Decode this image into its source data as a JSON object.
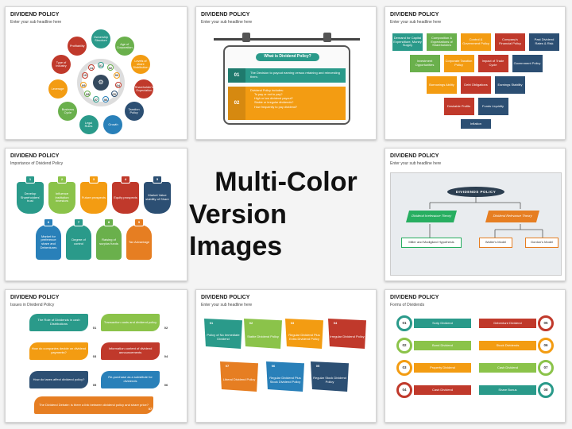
{
  "center": {
    "line1": "Multi-Color",
    "line2": "Version Images"
  },
  "s1": {
    "title": "DIVIDEND POLICY",
    "subtitle": "Enter your sub headline here",
    "bubbles": [
      {
        "label": "Ownership Structure",
        "color": "#2a9a8a"
      },
      {
        "label": "Age of Corporation",
        "color": "#6ab04c"
      },
      {
        "label": "Levels of share Distribution",
        "color": "#f39c12"
      },
      {
        "label": "Shareholder's Expectation",
        "color": "#c0392b"
      },
      {
        "label": "Taxation Policy",
        "color": "#2c4f73"
      },
      {
        "label": "Growth",
        "color": "#2980b9"
      },
      {
        "label": "Legal Rules",
        "color": "#2a9a8a"
      },
      {
        "label": "Business Cycle",
        "color": "#6ab04c"
      },
      {
        "label": "Leverage",
        "color": "#f39c12"
      },
      {
        "label": "Type of Industry",
        "color": "#c0392b"
      },
      {
        "label": "Profitability",
        "color": "#c0392b"
      }
    ],
    "nums": [
      "01",
      "02",
      "03",
      "04",
      "05",
      "06",
      "07",
      "08",
      "09",
      "10",
      "11"
    ]
  },
  "s2": {
    "title": "DIVIDEND POLICY",
    "subtitle": "Enter your sub headline here",
    "header": "What is Dividend Policy?",
    "n1": "01",
    "t1": "The Decision to payout earning versus retaining and reinvesting them.",
    "n2": "02",
    "t2head": "Dividend Policy includes:",
    "t2items": [
      "To pay or not to pay?",
      "High or low dividend payout?",
      "Stable or irregular dividends?",
      "How frequently to pay dividend?"
    ]
  },
  "s3": {
    "title": "DIVIDEND POLICY",
    "subtitle": "Enter your sub headline here",
    "rows": [
      [
        "Demand for Capital Expenditure, Money Supply",
        "Composition & Expectations of Shareholders",
        "Control & Government Policy",
        "Company's Financial Policy",
        "Past Dividend Rates & Risk"
      ],
      [
        "Investment Opportunities",
        "Corporate Taxation Policy",
        "Impact of Trade Cycle",
        "Government Policy"
      ],
      [
        "Borrowings Ability",
        "Debt Obligations",
        "Earnings Stability"
      ],
      [
        "Desirable Profits",
        "Funds Liquidity"
      ],
      [
        "Inflation"
      ]
    ]
  },
  "s4": {
    "title": "DIVIDEND POLICY",
    "subtitle": "Importance of Dividend Policy",
    "top": [
      {
        "n": "1",
        "t": "Develop Shareholders' trust",
        "c": "#2a9a8a"
      },
      {
        "n": "2",
        "t": "Influence Institution investors",
        "c": "#8bc34a"
      },
      {
        "n": "3",
        "t": "Future prospects",
        "c": "#f39c12"
      },
      {
        "n": "4",
        "t": "Equity prospects",
        "c": "#c0392b"
      },
      {
        "n": "5",
        "t": "Market Value stability of Share",
        "c": "#2c4f73"
      }
    ],
    "bottom": [
      {
        "n": "6",
        "t": "Market for preference share and Debentures",
        "c": "#2980b9"
      },
      {
        "n": "7",
        "t": "Degree of control",
        "c": "#2a9a8a"
      },
      {
        "n": "8",
        "t": "Raising of surplus funds",
        "c": "#6ab04c"
      },
      {
        "n": "9",
        "t": "Tax Advantage",
        "c": "#e67e22"
      }
    ]
  },
  "s5": {
    "title": "DIVIDEND POLICY",
    "subtitle": "Enter your sub headline here",
    "root": "DIVIDENDS POLICY",
    "left": "Dividend Irrelevance Theory",
    "right": "Dividend Relevance Theory",
    "leaf1": "Miller and Modigliani Hypothesis",
    "leaf2": "Walter's Model",
    "leaf3": "Gordon's Model"
  },
  "s6": {
    "title": "DIVIDEND POLICY",
    "subtitle": "Issues in Dividend Policy",
    "items": [
      {
        "t": "The Role of Dividends in cash Distributions",
        "n": "01",
        "c": "#2a9a8a"
      },
      {
        "t": "Transaction costs and dividend policy",
        "n": "02",
        "c": "#8bc34a"
      },
      {
        "t": "How do companies decide on dividend payments?",
        "n": "03",
        "c": "#f39c12"
      },
      {
        "t": "Information content of dividend announcements",
        "n": "04",
        "c": "#c0392b"
      },
      {
        "t": "How do taxes affect dividend policy?",
        "n": "05",
        "c": "#2c4f73"
      },
      {
        "t": "Re-purchase as a substitute for dividends",
        "n": "06",
        "c": "#2980b9"
      },
      {
        "t": "The Dividend Debate: is there a link between dividend policy and share price?",
        "n": "07",
        "c": "#e67e22"
      }
    ]
  },
  "s7": {
    "title": "DIVIDEND POLICY",
    "subtitle": "Enter your sub headline here",
    "items": [
      {
        "n": "01",
        "t": "Policy of No Immediate Dividend",
        "c": "#2a9a8a"
      },
      {
        "n": "02",
        "t": "Stable Dividend Policy",
        "c": "#8bc34a"
      },
      {
        "n": "03",
        "t": "Regular Dividend Plus Extra Dividend Policy",
        "c": "#f39c12"
      },
      {
        "n": "04",
        "t": "Irregular Dividend Policy",
        "c": "#c0392b"
      },
      {
        "n": "07",
        "t": "Liberal Dividend Policy",
        "c": "#e67e22"
      },
      {
        "n": "06",
        "t": "Regular Dividend Plus Stock Dividend Policy",
        "c": "#2980b9"
      },
      {
        "n": "05",
        "t": "Regular Stock Dividend Policy",
        "c": "#2c4f73"
      }
    ]
  },
  "s8": {
    "title": "DIVIDEND POLICY",
    "subtitle": "Forms of Dividends",
    "left": [
      {
        "n": "01",
        "t": "Scrip Dividend",
        "c": "#2a9a8a"
      },
      {
        "n": "02",
        "t": "Bond Dividend",
        "c": "#8bc34a"
      },
      {
        "n": "03",
        "t": "Property Dividend",
        "c": "#f39c12"
      },
      {
        "n": "04",
        "t": "Cash Dividend",
        "c": "#c0392b"
      }
    ],
    "right": [
      {
        "n": "05",
        "t": "Debenture Dividend",
        "c": "#c0392b"
      },
      {
        "n": "06",
        "t": "Stock Dividends",
        "c": "#f39c12"
      },
      {
        "n": "07",
        "t": "Cash Dividend",
        "c": "#8bc34a"
      },
      {
        "n": "08",
        "t": "Share Bonus",
        "c": "#2a9a8a"
      }
    ]
  }
}
